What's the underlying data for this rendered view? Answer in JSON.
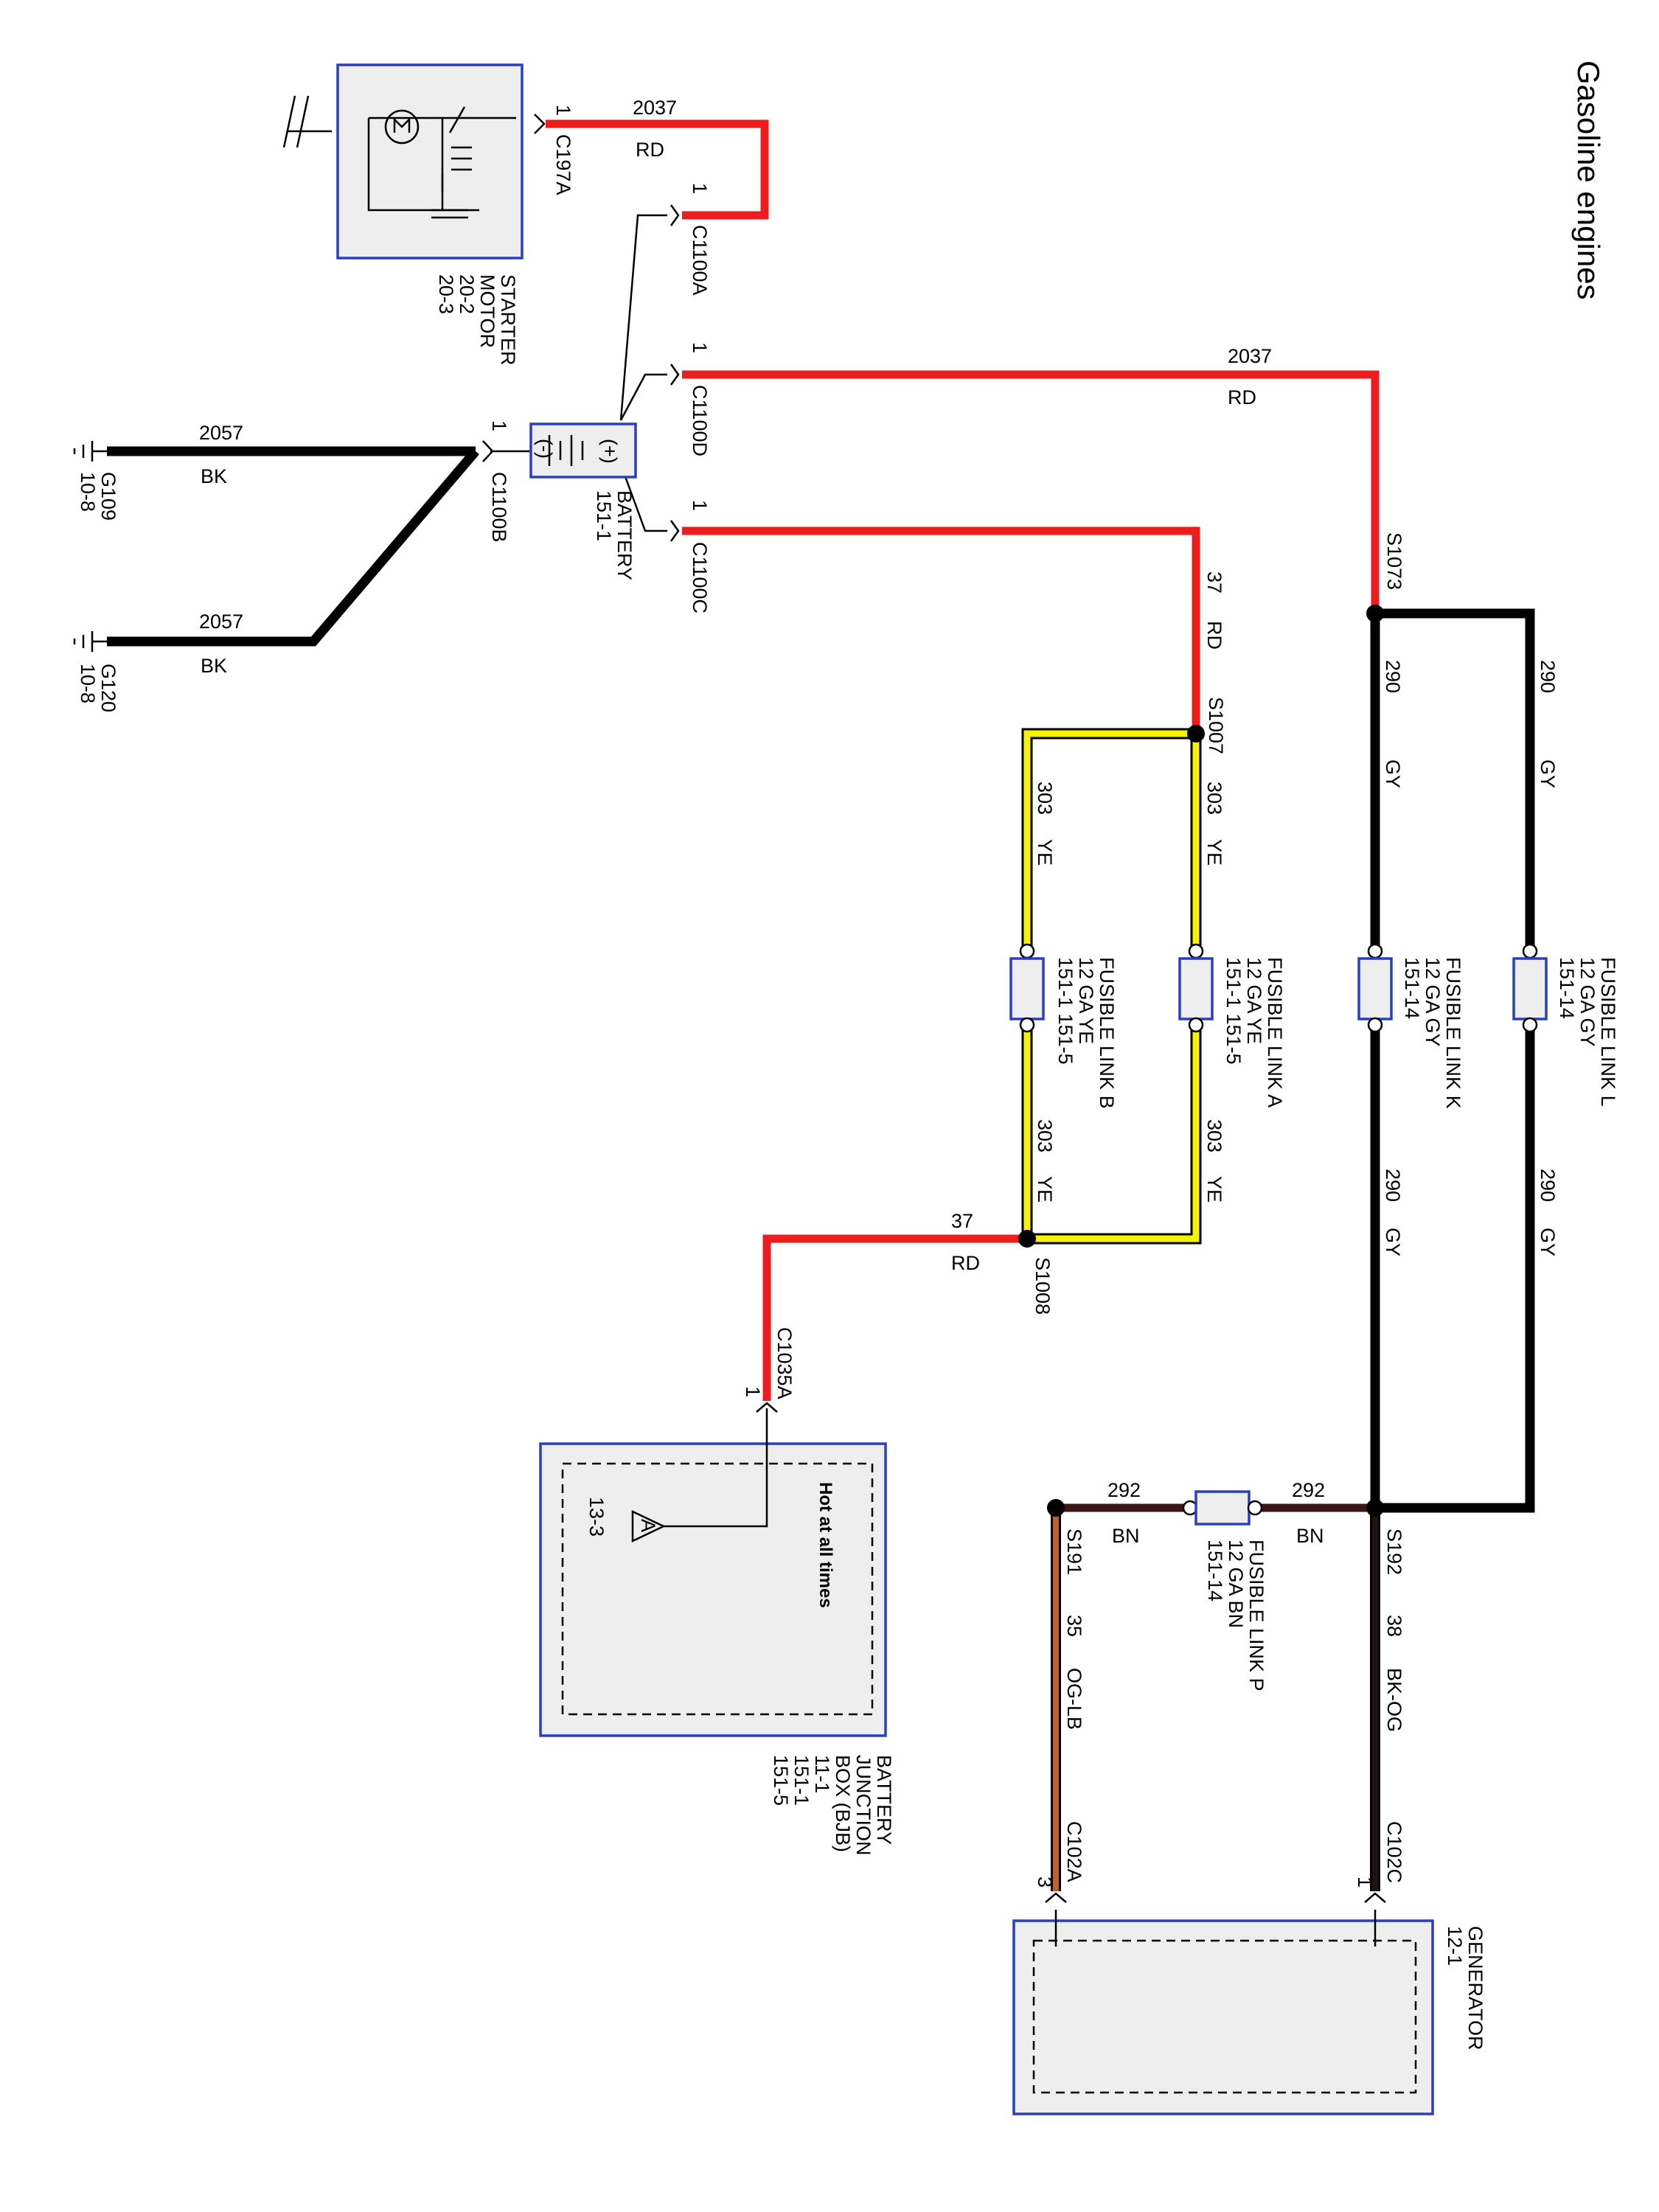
{
  "title": "Gasoline engines",
  "colors": {
    "RD": "#ee1c1c",
    "BK": "#000000",
    "YE": "#f7f200",
    "GY": "#000000",
    "BN": "#3a1616",
    "OG-LB": "#c0602e",
    "BK-OG": "#1e1410",
    "box_border": "#2a3fbf",
    "box_fill": "#eeeeee"
  },
  "components": {
    "starter": [
      "STARTER",
      "MOTOR",
      "20-2",
      "20-3"
    ],
    "battery": [
      "BATTERY",
      "151-1"
    ],
    "bjb": [
      "BATTERY",
      "JUNCTION",
      "BOX (BJB)",
      "11-1",
      "151-1",
      "151-5"
    ],
    "generator": [
      "GENERATOR",
      "12-1"
    ],
    "bjb_note": "Hot at all times",
    "bjb_ref": "13-3",
    "bjb_flag": "A",
    "battery_plus": "(+)",
    "battery_minus": "(-)"
  },
  "grounds": {
    "g109": [
      "G109",
      "10-8"
    ],
    "g120": [
      "G120",
      "10-8"
    ]
  },
  "connectors": {
    "c197a": "C197A",
    "c1100a": "C1100A",
    "c1100d": "C1100D",
    "c1100b": "C1100B",
    "c1100c": "C1100C",
    "c1035a": "C1035A",
    "c102a": "C102A",
    "c102c": "C102C",
    "pin1": "1",
    "pin3": "3"
  },
  "splices": {
    "s1073": "S1073",
    "s1007": "S1007",
    "s1008": "S1008",
    "s192": "S192",
    "s191": "S191"
  },
  "fuses": {
    "a": [
      "FUSIBLE LINK A",
      "12 GA        YE",
      "151-1        151-5"
    ],
    "b": [
      "FUSIBLE LINK B",
      "12 GA        YE",
      "151-1        151-5"
    ],
    "k": [
      "FUSIBLE LINK K",
      "12 GA        GY",
      "151-14"
    ],
    "l": [
      "FUSIBLE LINK L",
      "12 GA        GY",
      "151-14"
    ],
    "p": [
      "FUSIBLE LINK P",
      "12 GA        BN",
      "151-14"
    ]
  },
  "wires": {
    "w2037": "2037",
    "w2057": "2057",
    "w37": "37",
    "w303": "303",
    "w290": "290",
    "w292": "292",
    "w35": "35",
    "w38": "38",
    "RD": "RD",
    "BK": "BK",
    "YE": "YE",
    "GY": "GY",
    "BN": "BN",
    "OGLB": "OG-LB",
    "BKOG": "BK-OG"
  }
}
